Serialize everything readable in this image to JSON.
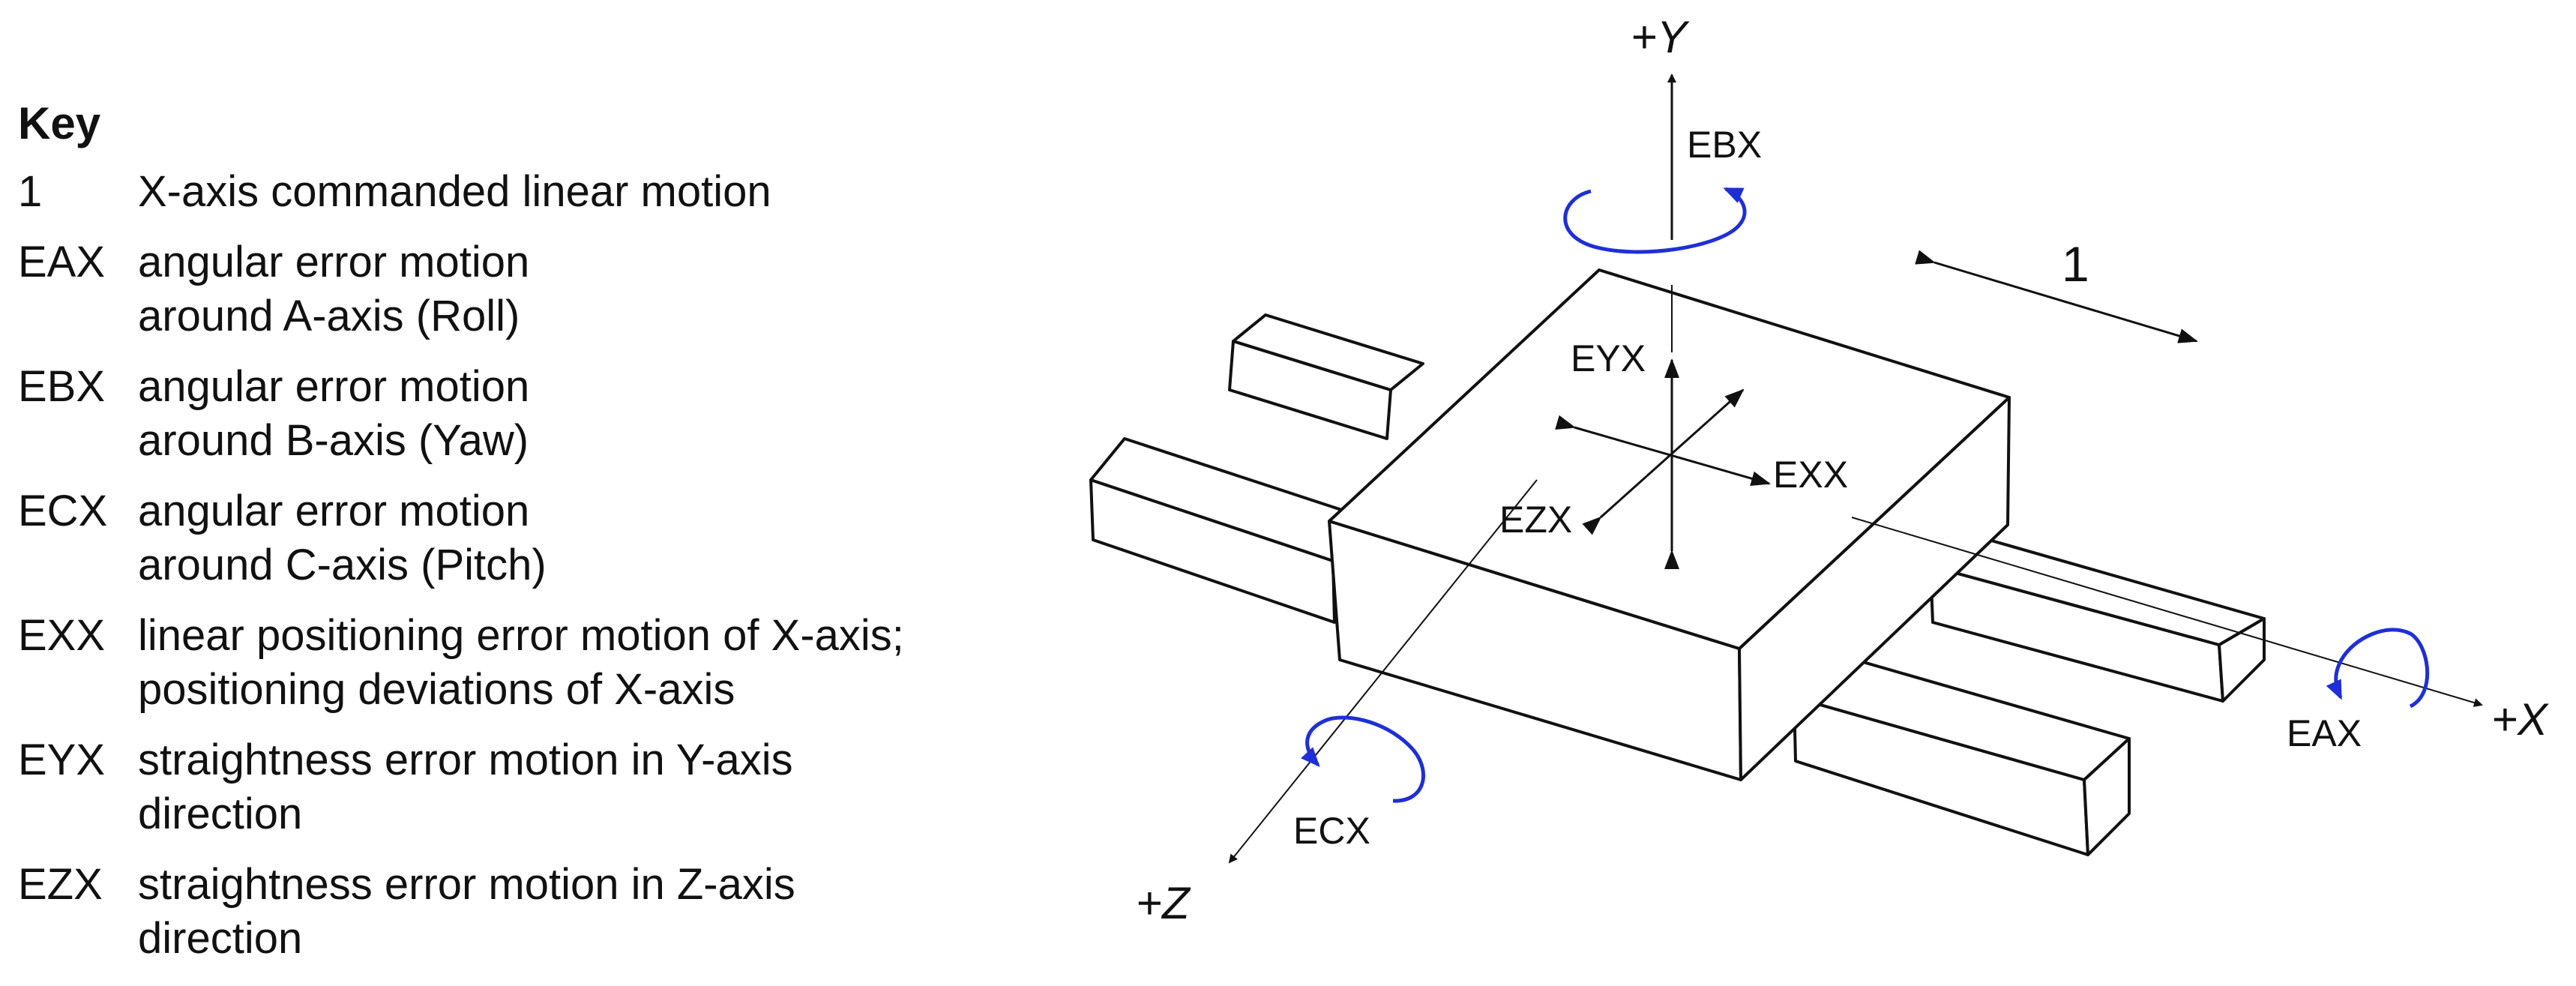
{
  "key": {
    "title": "Key",
    "entries": [
      {
        "code": "1",
        "lines": [
          "X-axis commanded linear motion"
        ]
      },
      {
        "code": "EAX",
        "lines": [
          "angular error motion",
          "around  A-axis (Roll)"
        ]
      },
      {
        "code": "EBX",
        "lines": [
          "angular error motion",
          "around B-axis (Yaw)"
        ]
      },
      {
        "code": "ECX",
        "lines": [
          "angular error motion",
          "around C-axis (Pitch)"
        ]
      },
      {
        "code": "EXX",
        "lines": [
          "linear positioning error motion of X-axis;",
          "positioning deviations of  X-axis"
        ]
      },
      {
        "code": "EYX",
        "lines": [
          "straightness error motion in Y-axis",
          "direction"
        ]
      },
      {
        "code": "EZX",
        "lines": [
          "straightness error motion in Z-axis",
          "direction"
        ]
      }
    ]
  },
  "diagram": {
    "axis_labels": {
      "y": "+Y",
      "x": "+X",
      "z": "+Z"
    },
    "labels": {
      "motion": "1",
      "ebx": "EBX",
      "eyx": "EYX",
      "exx": "EXX",
      "ezx": "EZX",
      "eax": "EAX",
      "ecx": "ECX"
    },
    "colors": {
      "rotation_arrows": "#1f2fd6",
      "lines": "#111111"
    }
  }
}
